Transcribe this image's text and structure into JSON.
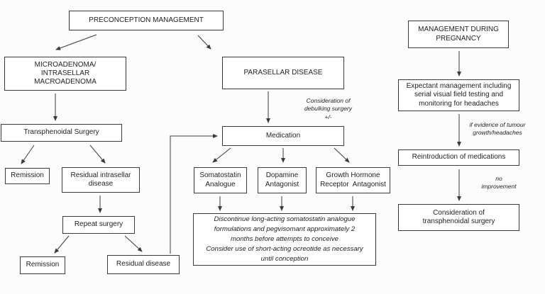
{
  "diagram": {
    "title": "Pituitary adenoma preconception and pregnancy management flowchart",
    "nodes": {
      "preconception": "PRECONCEPTION MANAGEMENT",
      "microadenoma": "MICROADENOMA/\nINTRASELLAR\nMACROADENOMA",
      "transphenoidal_surgery": "Transphenoidal Surgery",
      "remission_1": "Remission",
      "residual_intrasellar": "Residual intrasellar\ndisease",
      "repeat_surgery": "Repeat surgery",
      "remission_2": "Remission",
      "residual_disease": "Residual disease",
      "parasellar": "PARASELLAR DISEASE",
      "medication": "Medication",
      "somatostatin_analogue": "Somatostatin\nAnalogue",
      "dopamine_antagonist": "Dopamine\nAntagonist",
      "gh_receptor_antagonist": "Growth Hormone\nReceptor  Antagonist",
      "discontinue_note": "Discontinue long-acting somatostatin analogue\nformulations and pegvisomant approximately 2\nmonths before attempts to conceive\nConsider use of short-acting ocreotide as necessary\nuntil conception",
      "management_pregnancy": "MANAGEMENT DURING\nPREGNANCY",
      "expectant_management": "Expectant management including\nserial visual field testing and\nmonitoring for headaches",
      "reintroduction_medications": "Reintroduction of medications",
      "consideration_surgery": "Consideration of\ntransphenoidal surgery"
    },
    "annotations": {
      "debulking": "Consideration of\ndebulking surgery\n+/-",
      "tumour_growth": "if evidence of tumour\ngrowth/headaches",
      "no_improvement": "no\nimprovement"
    },
    "colors": {
      "background": "#fcfcfc",
      "box_border": "#3a3a3a",
      "text": "#1f1f1f",
      "arrow": "#3a3a3a"
    }
  }
}
